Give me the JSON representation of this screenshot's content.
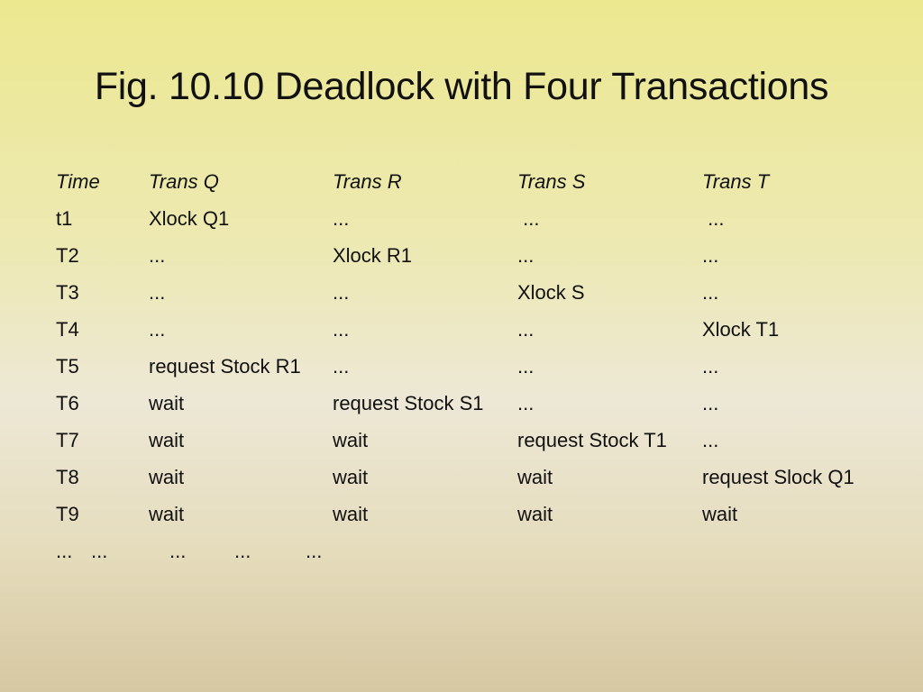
{
  "title": "Fig. 10.10 Deadlock with Four Transactions",
  "table": {
    "headers": [
      "Time",
      "Trans Q",
      "Trans R",
      "Trans S",
      "Trans T"
    ],
    "rows": [
      [
        "t1",
        "Xlock Q1",
        "...",
        " ...",
        " ..."
      ],
      [
        "T2",
        "...",
        "Xlock R1",
        "...",
        "..."
      ],
      [
        "T3",
        "...",
        "...",
        "Xlock S",
        "..."
      ],
      [
        "T4",
        "...",
        "...",
        "...",
        "Xlock T1"
      ],
      [
        "T5",
        "request Stock R1",
        "...",
        "...",
        "..."
      ],
      [
        "T6",
        "wait",
        "request Stock S1",
        "...",
        "..."
      ],
      [
        "T7",
        "wait",
        "wait",
        "request Stock T1",
        "..."
      ],
      [
        "T8",
        "wait",
        "wait",
        "wait",
        "request Slock Q1"
      ],
      [
        "T9",
        "wait",
        "wait",
        "wait",
        "wait"
      ]
    ],
    "trailing": [
      "...",
      "...",
      "...",
      "...",
      "..."
    ]
  }
}
